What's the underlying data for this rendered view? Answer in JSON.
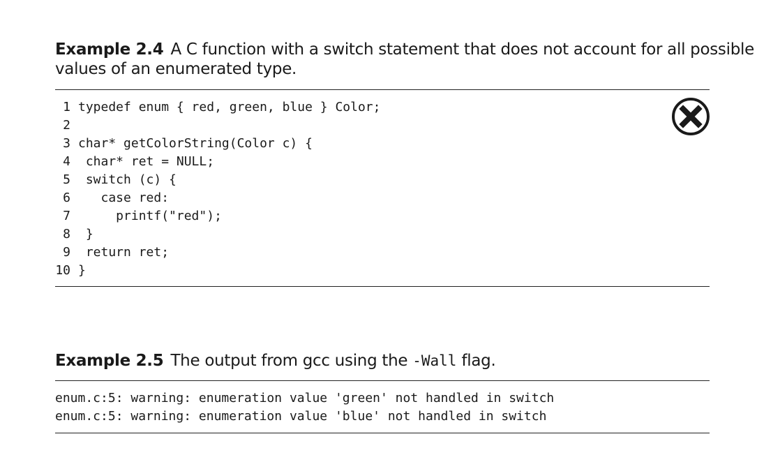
{
  "example1": {
    "label": "Example 2.4",
    "caption_line1": "A C function with a switch statement that does not account for all possible",
    "caption_line2": "values of an enumerated type.",
    "icon": "x-circle-icon",
    "lines": [
      {
        "num": "1",
        "code": "typedef enum { red, green, blue } Color;"
      },
      {
        "num": "2",
        "code": ""
      },
      {
        "num": "3",
        "code": "char* getColorString(Color c) {"
      },
      {
        "num": "4",
        "code": " char* ret = NULL;"
      },
      {
        "num": "5",
        "code": " switch (c) {"
      },
      {
        "num": "6",
        "code": "   case red:"
      },
      {
        "num": "7",
        "code": "     printf(\"red\");"
      },
      {
        "num": "8",
        "code": " }"
      },
      {
        "num": "9",
        "code": " return ret;"
      },
      {
        "num": "10",
        "code": "}"
      }
    ]
  },
  "example2": {
    "label": "Example 2.5",
    "caption_prefix": "The output from gcc using the ",
    "caption_flag": "-Wall",
    "caption_suffix": " flag.",
    "output_lines": [
      "enum.c:5: warning: enumeration value 'green' not handled in switch",
      "enum.c:5: warning: enumeration value 'blue' not handled in switch"
    ]
  }
}
